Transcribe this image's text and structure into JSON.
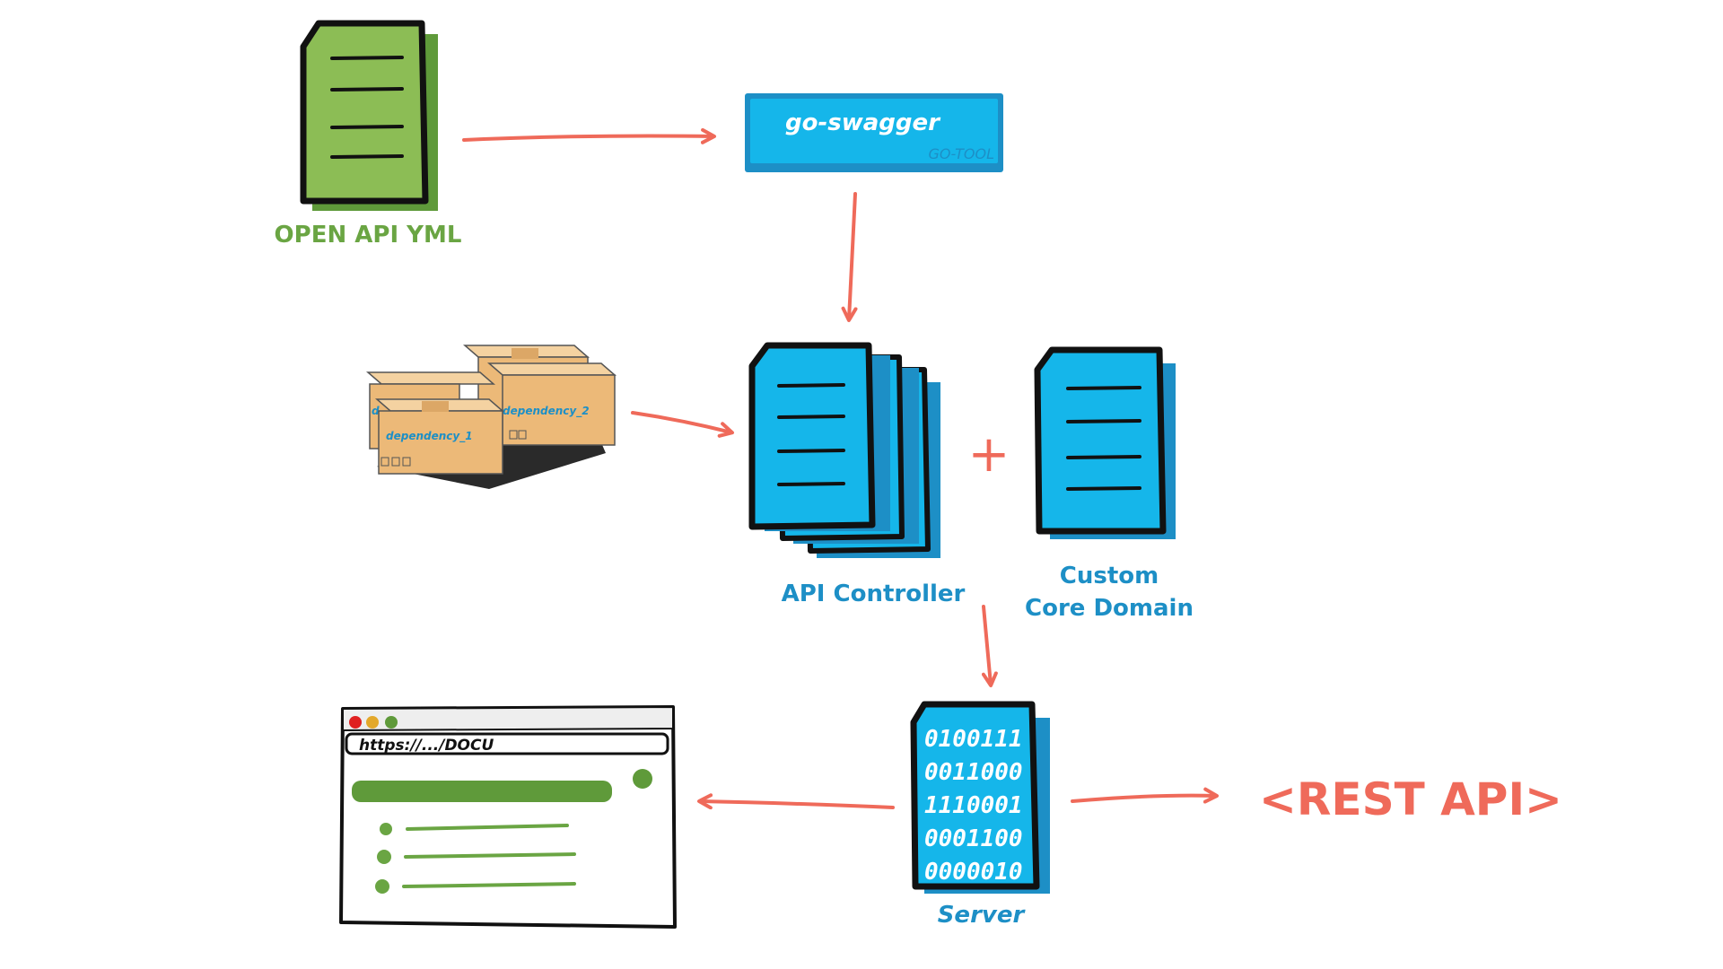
{
  "diagram": {
    "openapi": {
      "label": "OPEN API YML"
    },
    "goswagger": {
      "title": "go-swagger",
      "subtitle": "GO-TOOL"
    },
    "dependencies": {
      "box1": "dependency_1",
      "box2": "dependency_2",
      "box3": "d"
    },
    "api_controller": {
      "label": "API Controller"
    },
    "plus": "+",
    "core_domain": {
      "label_line1": "Custom",
      "label_line2": "Core Domain"
    },
    "server": {
      "label": "Server",
      "binary": [
        "0100111",
        "0011000",
        "1110001",
        "0001100",
        "0000010"
      ]
    },
    "browser": {
      "url": "https://.../DOCU"
    },
    "rest_api": {
      "label": "<REST API>"
    }
  },
  "colors": {
    "green": "#8cbd55",
    "dark_green": "#5f9a3a",
    "label_green": "#6aa543",
    "blue": "#15b6ea",
    "label_blue": "#1d8fc6",
    "arrow": "#ef6a5a",
    "outline": "#111111",
    "box": "#ecb978",
    "box_side": "#f4d2a1"
  }
}
